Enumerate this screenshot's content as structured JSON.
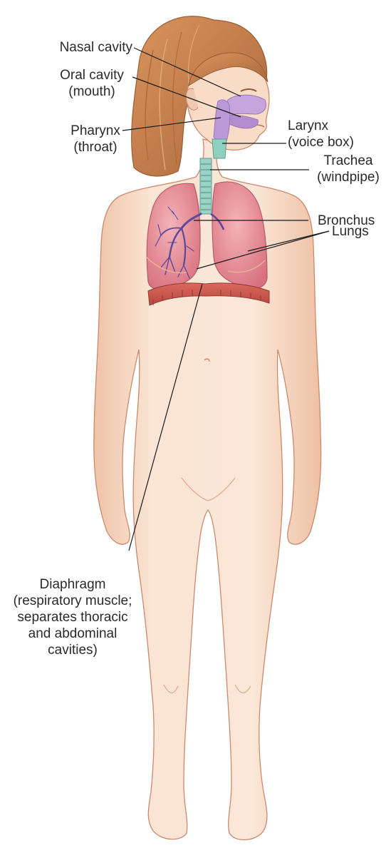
{
  "colors": {
    "skin": "#f7dcc8",
    "skin_shadow": "#e9b89c",
    "skin_outline": "#c98a6c",
    "hair": "#c9834f",
    "hair_dark": "#a0613a",
    "lung": "#e07f8c",
    "lung_light": "#f0a6ae",
    "airway": "#c6a3d6",
    "trachea": "#7fc6b6",
    "bronchi": "#5a4a9a",
    "diaphragm": "#c9574c",
    "leader_line": "#1a1a1a",
    "text": "#2a2a2a"
  },
  "labels": {
    "nasal": {
      "line1": "Nasal cavity"
    },
    "oral": {
      "line1": "Oral cavity",
      "line2": "(mouth)"
    },
    "pharynx": {
      "line1": "Pharynx",
      "line2": "(throat)"
    },
    "larynx": {
      "line1": "Larynx",
      "line2": "(voice box)"
    },
    "trachea": {
      "line1": "Trachea",
      "line2": "(windpipe)"
    },
    "bronchus": {
      "line1": "Bronchus"
    },
    "lungs": {
      "line1": "Lungs"
    },
    "diaphragm": {
      "line1": "Diaphragm",
      "line2": "(respiratory muscle;",
      "line3": "separates thoracic",
      "line4": "and abdominal",
      "line5": "cavities)"
    }
  }
}
